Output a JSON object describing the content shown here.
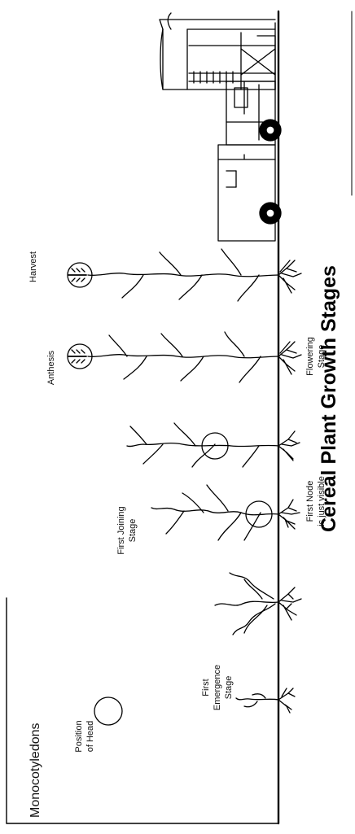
{
  "title": "Cereal Plant Growth Stages",
  "group_label": "Monocotyledons",
  "legend": {
    "line1": "Position",
    "line2": "of Head"
  },
  "stages": [
    {
      "id": "first-emergence",
      "lines": [
        "First",
        "Emergence",
        "Stage"
      ]
    },
    {
      "id": "first-joining",
      "lines": [
        "First Joining",
        "Stage"
      ]
    },
    {
      "id": "first-node",
      "lines": [
        "First Node",
        "is just visible"
      ]
    },
    {
      "id": "anthesis",
      "lines": [
        "Anthesis"
      ]
    },
    {
      "id": "flowering",
      "lines": [
        "Flowering",
        "Stage"
      ]
    },
    {
      "id": "harvest",
      "lines": [
        "Harvest"
      ]
    }
  ]
}
